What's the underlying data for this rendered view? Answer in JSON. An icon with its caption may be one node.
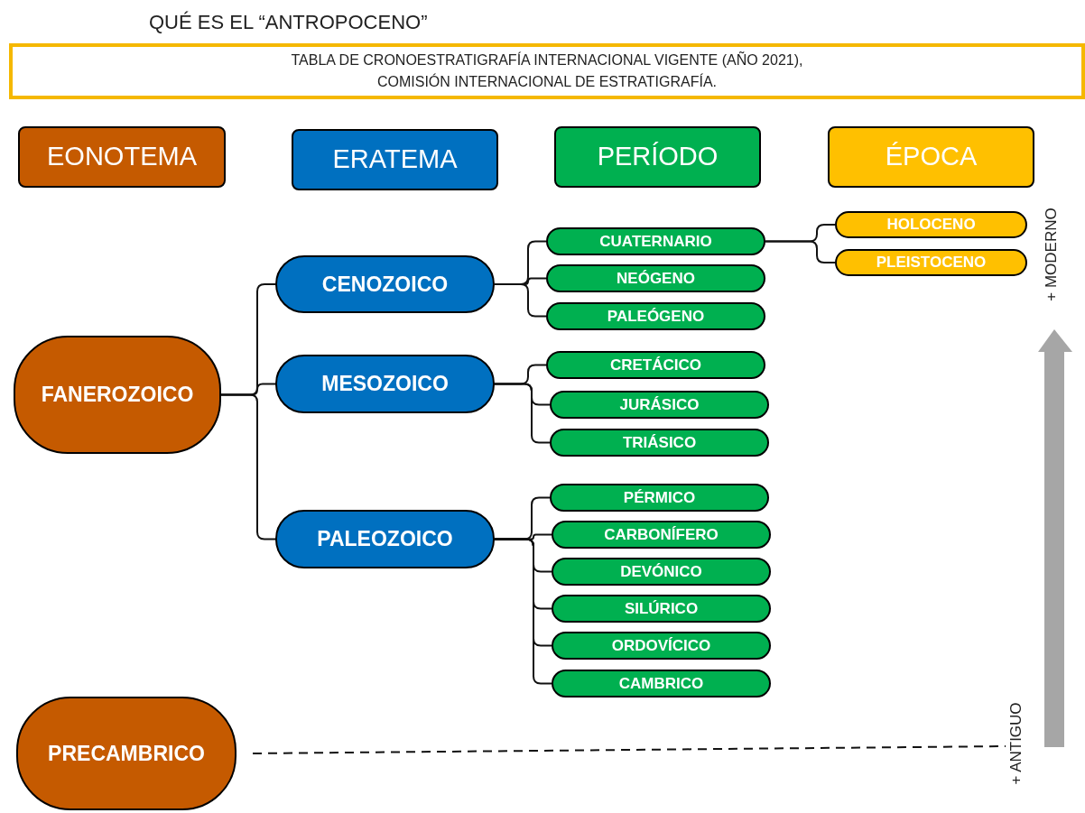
{
  "diagram": {
    "title": "QUÉ ES EL “ANTROPOCENO”",
    "nodes": [
      {
        "text": [
          "TABLA DE CRONOESTRATIGRAFÍA INTERNACIONAL VIGENTE (AÑO 2021), COMISIÓN INTERNACIONAL DE ESTRATIGRAFÍA."
        ]
      },
      {
        "text": [
          "EONOTEMA"
        ]
      },
      {
        "text": [
          "ERATEMA"
        ]
      },
      {
        "text": [
          "PERÍODO"
        ]
      },
      {
        "text": [
          "ÉPOCA"
        ]
      },
      {
        "text": [
          "FANEROZOICO"
        ]
      },
      {
        "text": [
          "CENOZOICO"
        ]
      },
      {
        "text": [
          "MESOZOICO"
        ]
      },
      {
        "text": [
          "PALEOZOICO"
        ]
      },
      {
        "text": [
          "CUATERNARIO"
        ]
      },
      {
        "text": [
          "NEÓGENO"
        ]
      },
      {
        "text": [
          "PALEÓGENO"
        ]
      },
      {
        "text": [
          "HOLOCENO"
        ]
      },
      {
        "text": [
          "PLEISTOCENO"
        ]
      },
      {
        "text": [
          "CRETÁCICO"
        ]
      },
      {
        "text": [
          "JURÁSICO"
        ]
      },
      {
        "text": [
          "TRIÁSICO"
        ]
      },
      {
        "text": [
          "PÉRMICO"
        ]
      },
      {
        "text": [
          "CARBONÍFERO"
        ]
      },
      {
        "text": [
          "DEVÓNICO"
        ]
      },
      {
        "text": [
          "SILÚRICO"
        ]
      },
      {
        "text": [
          "ORDOVÍCICO"
        ]
      },
      {
        "text": [
          "CAMBRICO"
        ]
      },
      {
        "text": [
          "PRECAMBRICO"
        ]
      },
      {
        "text": [
          "+ ANTIGUO"
        ]
      }
    ],
    "edges": [
      {
        "from": 5,
        "to": 6,
        "arrow": "none"
      },
      {
        "from": 5,
        "to": 7,
        "arrow": "none"
      },
      {
        "from": 5,
        "to": 8,
        "arrow": "none"
      },
      {
        "from": 6,
        "to": 9,
        "arrow": "none"
      },
      {
        "from": 6,
        "to": 10,
        "arrow": "none"
      },
      {
        "from": 6,
        "to": 11,
        "arrow": "none"
      },
      {
        "from": 9,
        "to": 12,
        "arrow": "none"
      },
      {
        "from": 9,
        "to": 13,
        "arrow": "none"
      },
      {
        "from": 7,
        "to": 14,
        "arrow": "none"
      },
      {
        "from": 7,
        "to": 15,
        "arrow": "none"
      },
      {
        "from": 7,
        "to": 16,
        "arrow": "none"
      },
      {
        "from": 8,
        "to": 17,
        "arrow": "none"
      },
      {
        "from": 8,
        "to": 18,
        "arrow": "none"
      },
      {
        "from": 8,
        "to": 19,
        "arrow": "none"
      },
      {
        "from": 8,
        "to": 20,
        "arrow": "none"
      },
      {
        "from": 8,
        "to": 21,
        "arrow": "none"
      },
      {
        "from": 8,
        "to": 22,
        "arrow": "none"
      },
      {
        "from": 23,
        "to": 24,
        "arrow": "none",
        "style": "dashed"
      }
    ],
    "labels": [
      "+ MODERNO"
    ]
  }
}
